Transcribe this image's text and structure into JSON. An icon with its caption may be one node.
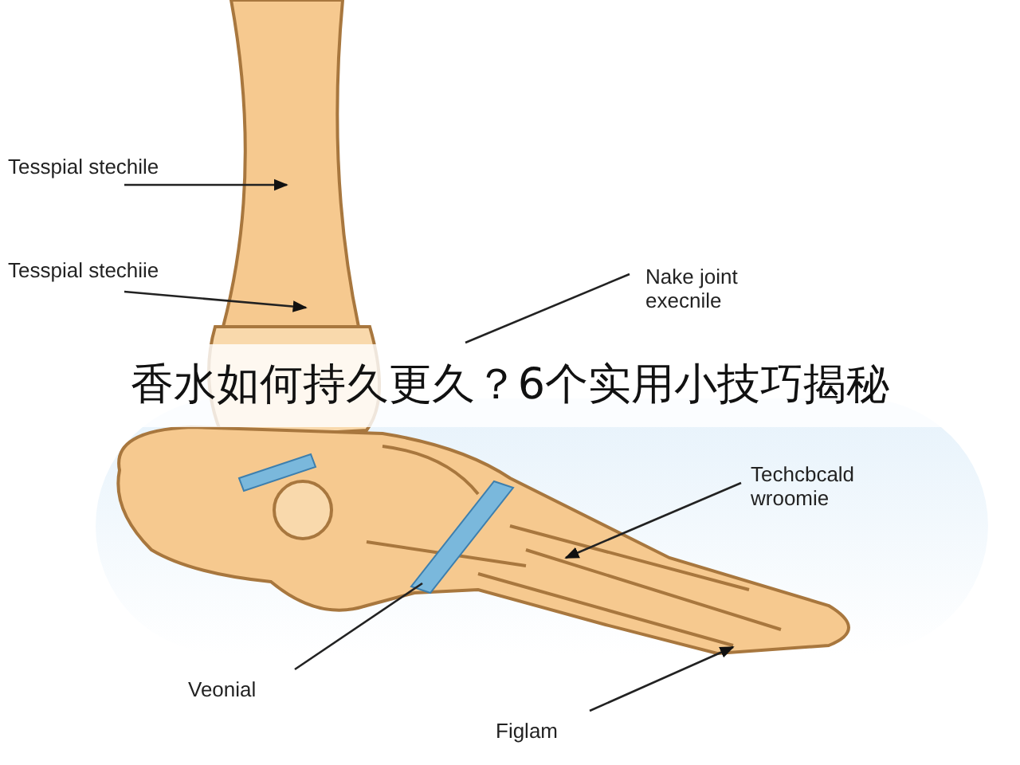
{
  "diagram": {
    "title": "香水如何持久更久？6个实用小技巧揭秘",
    "nodes": [
      {
        "text": [
          "Tesspial stechile"
        ]
      },
      {
        "text": [
          "Tesspial stechiie"
        ]
      },
      {
        "text": [
          "Nake joint execnile"
        ]
      },
      {
        "text": [
          "Techcbcald wroomie"
        ]
      },
      {
        "text": [
          "Veonial"
        ]
      },
      {
        "text": [
          "Figlam"
        ]
      }
    ],
    "edges": [
      {
        "from": 0,
        "to": null,
        "arrow": "to"
      },
      {
        "from": 1,
        "to": null,
        "arrow": "to"
      },
      {
        "from": 2,
        "to": null,
        "arrow": "none"
      },
      {
        "from": 3,
        "to": null,
        "arrow": "to"
      },
      {
        "from": 4,
        "to": null,
        "arrow": "none"
      },
      {
        "from": 5,
        "to": null,
        "arrow": "to"
      }
    ]
  }
}
